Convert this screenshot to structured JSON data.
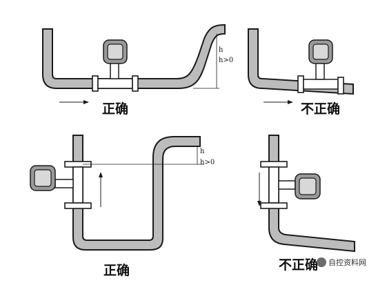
{
  "panels": {
    "top_left": {
      "label": "正确",
      "h": "h",
      "h_cond": "h>0"
    },
    "top_right": {
      "label": "不正确"
    },
    "bottom_left": {
      "label": "正确",
      "h": "h",
      "h_cond": "h>0"
    },
    "bottom_right": {
      "label": "不正确"
    }
  },
  "watermark": "自控资料网"
}
